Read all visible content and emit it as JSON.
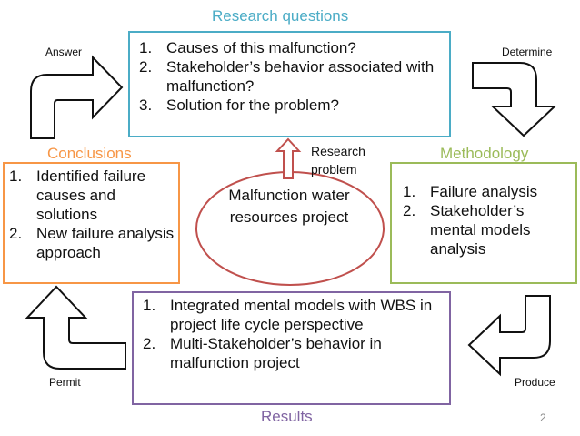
{
  "diagram": {
    "research_questions": {
      "title": "Research questions",
      "items": [
        "Causes of this malfunction?",
        "Stakeholder’s behavior associated with malfunction?",
        "Solution for the problem?"
      ]
    },
    "conclusions": {
      "title": "Conclusions",
      "items": [
        "Identified failure causes and solutions",
        "New failure analysis approach"
      ]
    },
    "methodology": {
      "title": "Methodology",
      "items": [
        "Failure analysis",
        "Stakeholder’s mental models analysis"
      ]
    },
    "results": {
      "title": "Results",
      "items": [
        "Integrated mental models with WBS in project life cycle perspective",
        "Multi-Stakeholder’s behavior in malfunction project"
      ]
    },
    "center": {
      "label": "Malfunction water resources project"
    },
    "research_problem": "Research problem",
    "arrows": {
      "answer": "Answer",
      "determine": "Determine",
      "produce": "Produce",
      "permit": "Permit"
    },
    "page_number": "2",
    "colors": {
      "research_questions": "#4bacc6",
      "conclusions": "#f79646",
      "methodology": "#9bbb59",
      "results": "#8064a2",
      "center": "#c0504d",
      "arrow_stroke": "#111111"
    }
  }
}
